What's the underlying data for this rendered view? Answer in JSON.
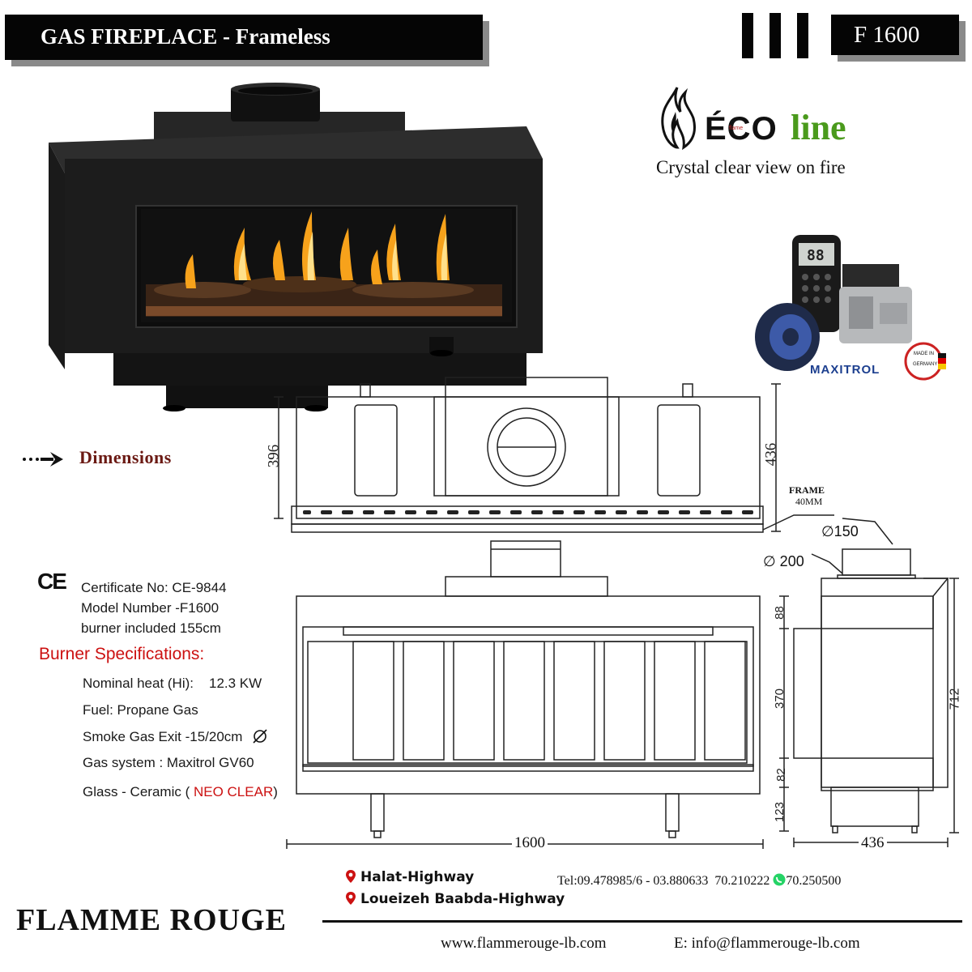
{
  "header": {
    "title": "GAS FIREPLACE - Frameless",
    "model": "F 1600"
  },
  "brand_line": {
    "eco_letters": "ÉCO",
    "line_word": "line",
    "eco_small": "flame",
    "tagline": "Crystal clear view on fire"
  },
  "controls": {
    "remote_display": "88",
    "maxitrol_label": "MAXITROL",
    "made_in_germany_top": "MADE IN",
    "made_in_germany_bottom": "GERMANY"
  },
  "dimensions_link": "Dimensions",
  "certificate": {
    "ce_mark": "CE",
    "certificate_no": "Certificate No: CE-9844",
    "model_number": "Model Number -F1600",
    "burner": "burner included 155cm"
  },
  "burner_specs": {
    "heading": "Burner Specifications:",
    "nominal_heat_label": "Nominal heat (Hi):",
    "nominal_heat_value": "12.3 KW",
    "fuel": "Fuel: Propane Gas",
    "smoke_exit": "Smoke Gas Exit -15/20cm",
    "gas_system": "Gas system : Maxitrol GV60",
    "glass_prefix": "Glass - Ceramic (",
    "glass_highlight": "NEO CLEAR",
    "glass_suffix": ")"
  },
  "drawing_labels": {
    "frame_label": "FRAME",
    "frame_size": "40MM",
    "dim_396": "396",
    "dim_436_top": "436",
    "dia_150": "∅150",
    "dia_200": "∅ 200",
    "dim_88": "88",
    "dim_370": "370",
    "dim_82": "82",
    "dim_123": "123",
    "dim_712": "712",
    "dim_1600": "1600",
    "dim_436_bottom": "436"
  },
  "locations": [
    "Halat-Highway",
    "Loueizeh Baabda-Highway"
  ],
  "contact": {
    "phone": "Tel:09.478985/6 - 03.880633  70.210222",
    "whatsapp": "70.250500",
    "website": "www.flammerouge-lb.com",
    "email": "E: info@flammerouge-lb.com"
  },
  "company": "FLAMME ROUGE",
  "colors": {
    "header_bg": "#050505",
    "accent_red": "#cc1111",
    "dimensions_maroon": "#6b1a14",
    "eco_green": "#4a9a1c",
    "whatsapp_green": "#25d366"
  }
}
